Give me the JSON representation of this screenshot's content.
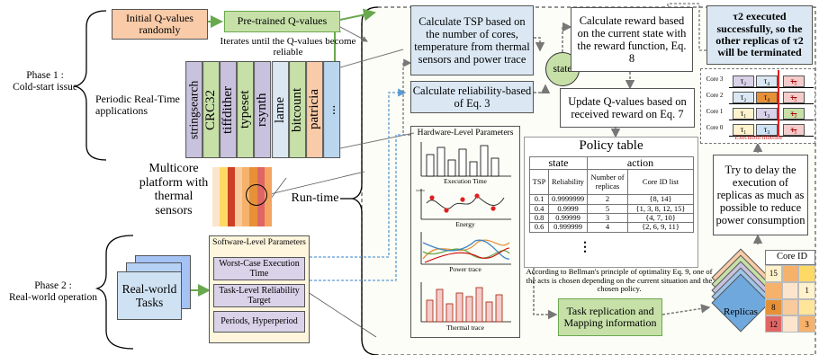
{
  "colors": {
    "orange_box": "#f9cba8",
    "green_box": "#c6e0a8",
    "blue_box": "#dbe8f4",
    "lavender_box": "#d9d2e9",
    "state_circle": "#c6e0a8",
    "timeline_red": "#e02020"
  },
  "phase1": {
    "label": "Phase 1 :\nCold-start issue",
    "init_q": "Initial Q-values randomly",
    "pretrained_q": "Pre-trained Q-values",
    "iterate_note": "Iterates until the Q-values become reliable",
    "periodic_label": "Periodic Real-Time applications",
    "benchmarks": [
      "stringsearch",
      "CRC32",
      "tiffdither",
      "typeset",
      "rsynth",
      "lame",
      "bitcount",
      "patricia",
      "..."
    ],
    "benchmark_colors": [
      "#c9c2de",
      "#c6e0a8",
      "#c9c2de",
      "#c6e0a8",
      "#c9c2de",
      "#dbe8f4",
      "#c6e0a8",
      "#f9cba8",
      "#b9d6ee"
    ]
  },
  "multicore_label": "Multicore platform with thermal sensors",
  "runtime_label": "Run-time",
  "phase2": {
    "label": "Phase 2 :\nReal-world operation",
    "tasks_label": "Real-world Tasks"
  },
  "software": {
    "title": "Software-Level Parameters",
    "items": [
      "Worst-Case Execution Time",
      "Task-Level Reliability Target",
      "Periods, Hyperperiod"
    ]
  },
  "hardware": {
    "title": "Hardware-Level Parameters",
    "plots": [
      "Execution Time",
      "Energy",
      "Power trace",
      "Thermal trace"
    ]
  },
  "main": {
    "calc_tsp": "Calculate TSP based on the number of cores, temperature from thermal sensors and power trace",
    "calc_rel": "Calculate reliability-based of Eq. 3",
    "state": "state",
    "calc_reward": "Calculate reward based on the current state with the reward function, Eq. 8",
    "update_q": "Update Q-values based on received reward on Eq. 7",
    "bellman": "According to Bellman's principle of optimality Eq. 9, one of the acts is chosen depending on the current situation and the chosen policy.",
    "task_rep": "Task replication and Mapping information",
    "delay": "Try to delay the execution of replicas as much as possible to reduce power consumption",
    "executed_note": "τ2 executed successfully, so the other replicas of τ2 will be terminated",
    "timeline_label": "Execution timeline",
    "cores": [
      "Core 3",
      "Core 2",
      "Core 1",
      "Core 0"
    ],
    "replicas_label": "Replicas",
    "core_id_label": "Core ID",
    "grid_numbers": [
      "15",
      "1",
      "8",
      "12",
      "3"
    ]
  },
  "policy": {
    "title": "Policy table",
    "state_header": "state",
    "action_header": "action",
    "col_headers": [
      "TSP",
      "Reliability",
      "Number of replicas",
      "Core ID list"
    ],
    "rows": [
      [
        "0.1",
        "0.9999999",
        "2",
        "{8, 14}"
      ],
      [
        "0.4",
        "0.9999",
        "5",
        "{1, 3, 8, 12, 15}"
      ],
      [
        "0.8",
        "0.99999",
        "3",
        "{4, 7, 10}"
      ],
      [
        "0.6",
        "0.999999",
        "4",
        "{2, 6, 9, 11}"
      ]
    ],
    "ellipsis": "⋮"
  }
}
